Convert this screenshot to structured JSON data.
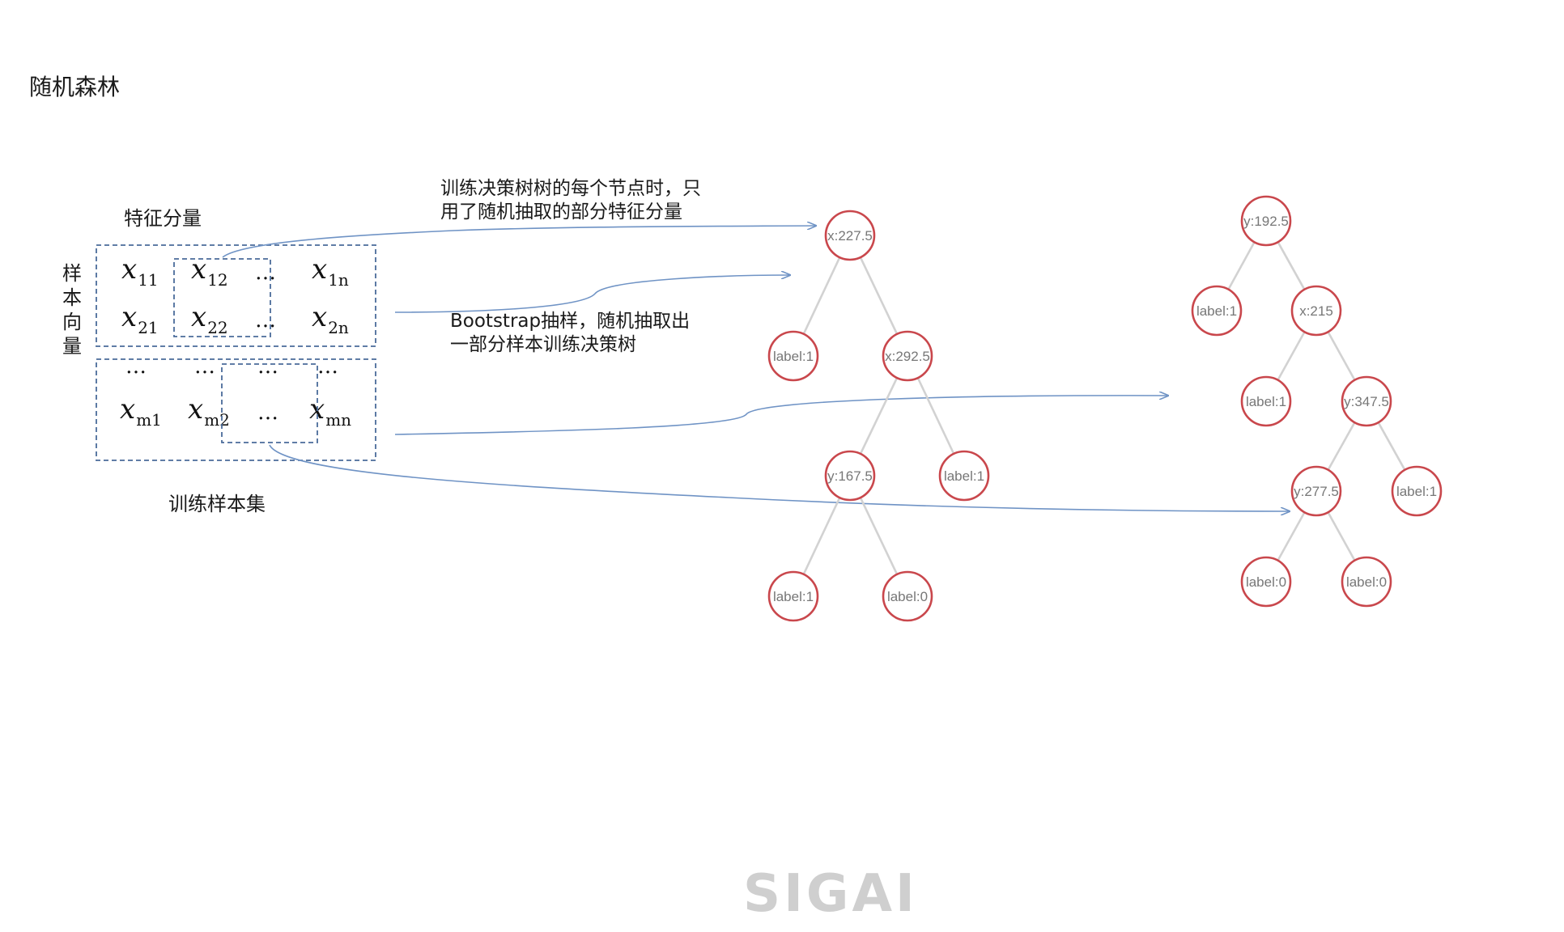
{
  "title": "随机森林",
  "matrix": {
    "feature_label": "特征分量",
    "sample_label_chars": [
      "样",
      "本",
      "向",
      "量"
    ],
    "set_label": "训练样本集",
    "cells": [
      {
        "base": "x",
        "sub": "11"
      },
      {
        "base": "x",
        "sub": "12"
      },
      {
        "base": "…",
        "sub": ""
      },
      {
        "base": "x",
        "sub": "1n"
      },
      {
        "base": "x",
        "sub": "21"
      },
      {
        "base": "x",
        "sub": "22"
      },
      {
        "base": "…",
        "sub": ""
      },
      {
        "base": "x",
        "sub": "2n"
      },
      {
        "base": "…",
        "sub": ""
      },
      {
        "base": "…",
        "sub": ""
      },
      {
        "base": "…",
        "sub": ""
      },
      {
        "base": "…",
        "sub": ""
      },
      {
        "base": "x",
        "sub": "m1"
      },
      {
        "base": "x",
        "sub": "m2"
      },
      {
        "base": "…",
        "sub": ""
      },
      {
        "base": "x",
        "sub": "mn"
      }
    ]
  },
  "notes": {
    "feature_note": [
      "训练决策树树的每个节点时，只",
      "用了随机抽取的部分特征分量"
    ],
    "bootstrap_note": [
      "Bootstrap抽样，随机抽取出",
      "一部分样本训练决策树"
    ]
  },
  "tree1": {
    "nodes": [
      {
        "id": "a",
        "label": "x:227.5"
      },
      {
        "id": "b",
        "label": "label:1"
      },
      {
        "id": "c",
        "label": "x:292.5"
      },
      {
        "id": "d",
        "label": "y:167.5"
      },
      {
        "id": "e",
        "label": "label:1"
      },
      {
        "id": "f",
        "label": "label:1"
      },
      {
        "id": "g",
        "label": "label:0"
      }
    ],
    "edges": [
      [
        "a",
        "b"
      ],
      [
        "a",
        "c"
      ],
      [
        "c",
        "d"
      ],
      [
        "c",
        "e"
      ],
      [
        "d",
        "f"
      ],
      [
        "d",
        "g"
      ]
    ]
  },
  "tree2": {
    "nodes": [
      {
        "id": "a",
        "label": "y:192.5"
      },
      {
        "id": "b",
        "label": "label:1"
      },
      {
        "id": "c",
        "label": "x:215"
      },
      {
        "id": "d",
        "label": "label:1"
      },
      {
        "id": "e",
        "label": "y:347.5"
      },
      {
        "id": "f",
        "label": "y:277.5"
      },
      {
        "id": "g",
        "label": "label:1"
      },
      {
        "id": "h",
        "label": "label:0"
      },
      {
        "id": "i",
        "label": "label:0"
      }
    ],
    "edges": [
      [
        "a",
        "b"
      ],
      [
        "a",
        "c"
      ],
      [
        "c",
        "d"
      ],
      [
        "c",
        "e"
      ],
      [
        "e",
        "f"
      ],
      [
        "e",
        "g"
      ],
      [
        "f",
        "h"
      ],
      [
        "f",
        "i"
      ]
    ]
  },
  "logo": "SIGAI",
  "colors": {
    "node_stroke": "#c9474c",
    "edge": "#d2d2d2",
    "arrow": "#6f93c5",
    "dashed_box": "#4a6b9a"
  }
}
